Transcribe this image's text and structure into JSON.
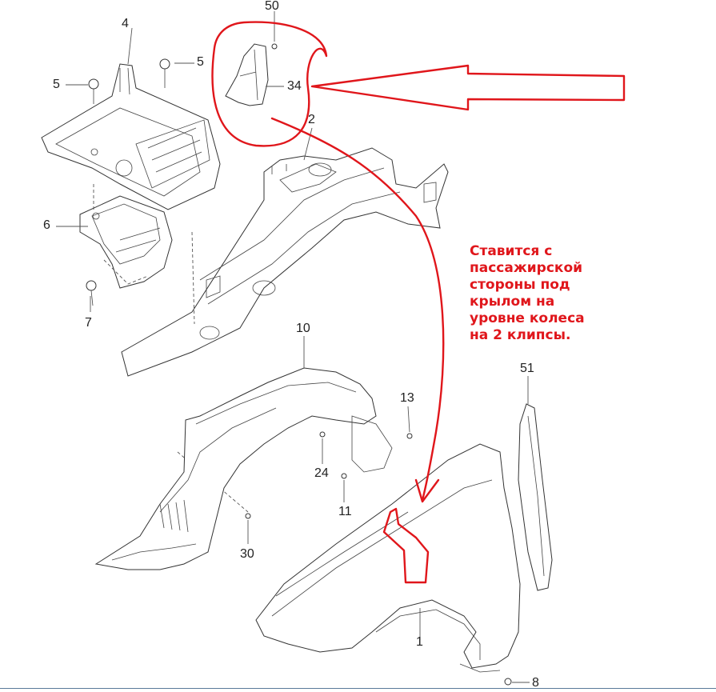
{
  "callouts": {
    "c1": "1",
    "c2": "2",
    "c4": "4",
    "c5a": "5",
    "c5b": "5",
    "c6": "6",
    "c7": "7",
    "c8": "8",
    "c10": "10",
    "c11": "11",
    "c13": "13",
    "c24": "24",
    "c30": "30",
    "c34": "34",
    "c50": "50",
    "c51": "51"
  },
  "note": {
    "text": "Ставится с\nпассажирской\nстороны под\nкрылом на\nуровне колеса\nна 2 клипсы.",
    "color": "#e0161b"
  },
  "colors": {
    "annotation": "#e0161b",
    "linework": "#333333"
  }
}
